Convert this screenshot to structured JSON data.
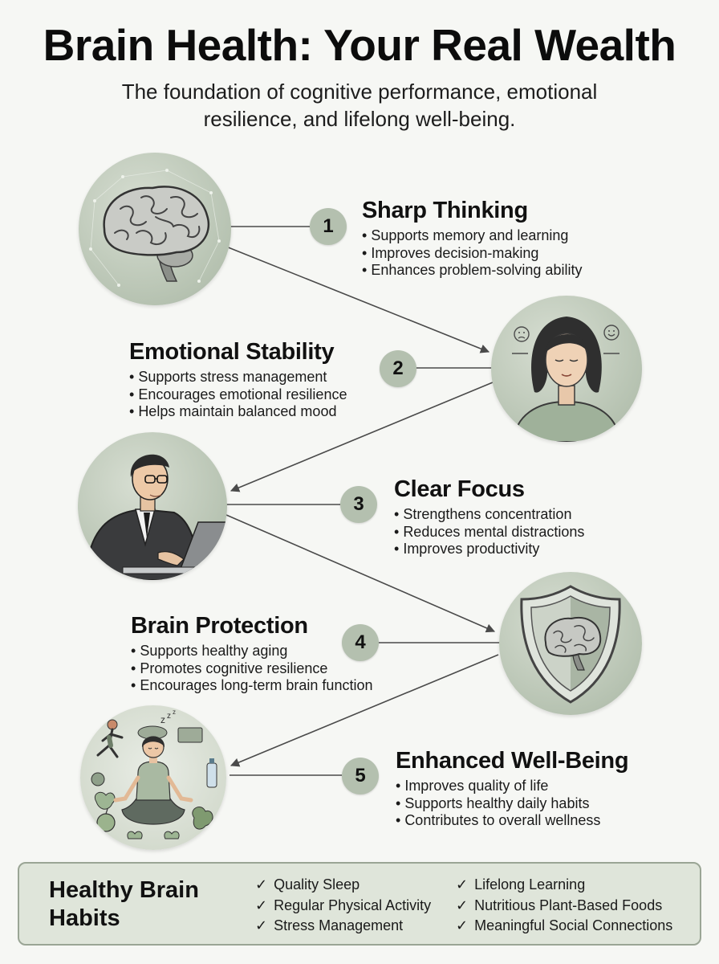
{
  "header": {
    "title": "Brain Health: Your Real Wealth",
    "subtitle_line1": "The foundation of cognitive performance, emotional",
    "subtitle_line2": "resilience, and lifelong well-being."
  },
  "sections": [
    {
      "number": "1",
      "title": "Sharp Thinking",
      "bullets": [
        "Supports memory and learning",
        "Improves decision-making",
        "Enhances problem-solving ability"
      ]
    },
    {
      "number": "2",
      "title": "Emotional Stability",
      "bullets": [
        "Supports stress management",
        "Encourages emotional resilience",
        "Helps maintain balanced mood"
      ]
    },
    {
      "number": "3",
      "title": "Clear Focus",
      "bullets": [
        "Strengthens concentration",
        "Reduces mental distractions",
        "Improves productivity"
      ]
    },
    {
      "number": "4",
      "title": "Brain Protection",
      "bullets": [
        "Supports healthy aging",
        "Promotes cognitive resilience",
        "Encourages long-term brain function"
      ]
    },
    {
      "number": "5",
      "title": "Enhanced Well-Being",
      "bullets": [
        "Improves quality of life",
        "Supports healthy daily habits",
        "Contributes to overall wellness"
      ]
    }
  ],
  "habits": {
    "title_line1": "Healthy Brain",
    "title_line2": "Habits",
    "check_glyph": "✓",
    "column1": [
      "Quality Sleep",
      "Regular Physical Activity",
      "Stress Management"
    ],
    "column2": [
      "Lifelong Learning",
      "Nutritious Plant-Based Foods",
      "Meaningful Social Connections"
    ]
  },
  "colors": {
    "background": "#f6f7f4",
    "sage": "#b4c0af",
    "sage_light": "#dfe5da",
    "sage_border": "#9aa595",
    "text": "#111111"
  },
  "icons": [
    "brain-icon",
    "meditating-woman-icon",
    "businessman-laptop-icon",
    "shield-brain-icon",
    "healthy-lifestyle-icon"
  ]
}
